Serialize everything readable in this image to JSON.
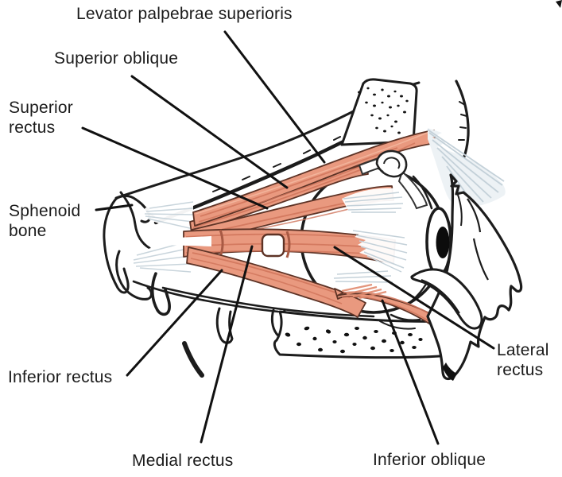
{
  "figure_labels": {
    "levator_palpebrae_superioris": "Levator palpebrae superioris",
    "superior_oblique": "Superior oblique",
    "superior_rectus": "Superior\nrectus",
    "sphenoid_bone": "Sphenoid\nbone",
    "inferior_rectus": "Inferior rectus",
    "medial_rectus": "Medial rectus",
    "lateral_rectus": "Lateral\nrectus",
    "inferior_oblique": "Inferior oblique"
  },
  "colors": {
    "muscle_fill": "#E9997F",
    "muscle_shade": "#D0745B",
    "muscle_outline": "#5D3326",
    "muscle_highlight": "#F3B79E",
    "tendon_fill": "#EDF2F5",
    "tendon_streak": "#C4D1D9",
    "bone_outline": "#1C1C1C",
    "leader_line": "#111111",
    "label_text": "#1B1B1B",
    "background": "#FFFFFF"
  }
}
